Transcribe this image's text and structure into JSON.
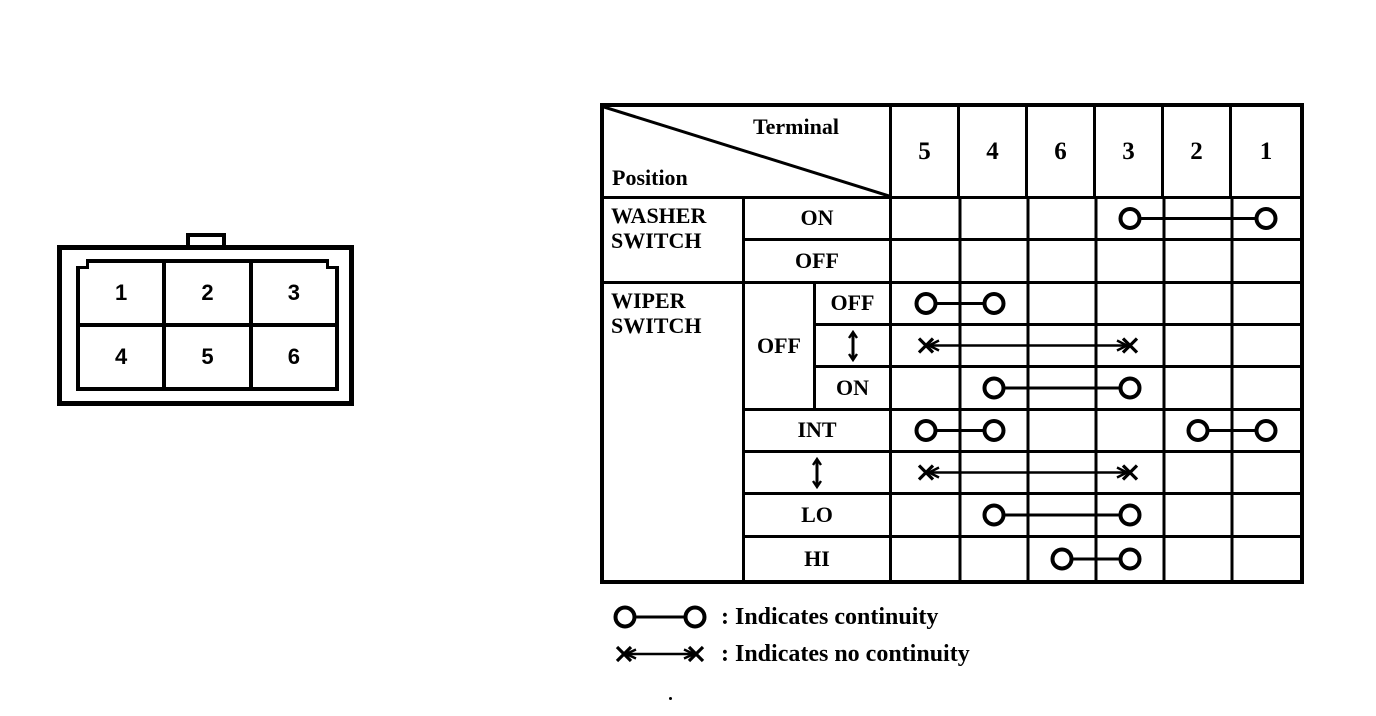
{
  "colors": {
    "ink": "#000000",
    "paper": "#ffffff"
  },
  "connector": {
    "pin_rows": [
      [
        "1",
        "2",
        "3"
      ],
      [
        "4",
        "5",
        "6"
      ]
    ]
  },
  "table": {
    "corner": {
      "terminal_label": "Terminal",
      "position_label": "Position"
    },
    "columns": [
      "5",
      "4",
      "6",
      "3",
      "2",
      "1"
    ],
    "washer": {
      "label": "WASHER SWITCH",
      "rows": [
        {
          "label": "ON",
          "marks": [
            {
              "type": "continuity",
              "from": "3",
              "to": "1"
            }
          ]
        },
        {
          "label": "OFF",
          "marks": []
        }
      ]
    },
    "wiper": {
      "label": "WIPER SWITCH",
      "off_group": {
        "label": "OFF",
        "rows": [
          {
            "label": "OFF",
            "marks": [
              {
                "type": "continuity",
                "from": "5",
                "to": "4"
              }
            ]
          },
          {
            "label": "",
            "symbol": "vertical-arrow",
            "marks": [
              {
                "type": "no-continuity",
                "from": "5",
                "to": "3"
              }
            ]
          },
          {
            "label": "ON",
            "marks": [
              {
                "type": "continuity",
                "from": "4",
                "to": "3"
              }
            ]
          }
        ]
      },
      "rows": [
        {
          "label": "INT",
          "marks": [
            {
              "type": "continuity",
              "from": "5",
              "to": "4"
            },
            {
              "type": "continuity",
              "from": "2",
              "to": "1"
            }
          ]
        },
        {
          "label": "",
          "symbol": "vertical-arrow",
          "marks": [
            {
              "type": "no-continuity",
              "from": "5",
              "to": "3"
            }
          ]
        },
        {
          "label": "LO",
          "marks": [
            {
              "type": "continuity",
              "from": "4",
              "to": "3"
            }
          ]
        },
        {
          "label": "HI",
          "marks": [
            {
              "type": "continuity",
              "from": "6",
              "to": "3"
            }
          ]
        }
      ]
    }
  },
  "legend": [
    {
      "symbol": "continuity",
      "text": ": Indicates continuity"
    },
    {
      "symbol": "no-continuity",
      "text": ": Indicates no continuity"
    }
  ]
}
